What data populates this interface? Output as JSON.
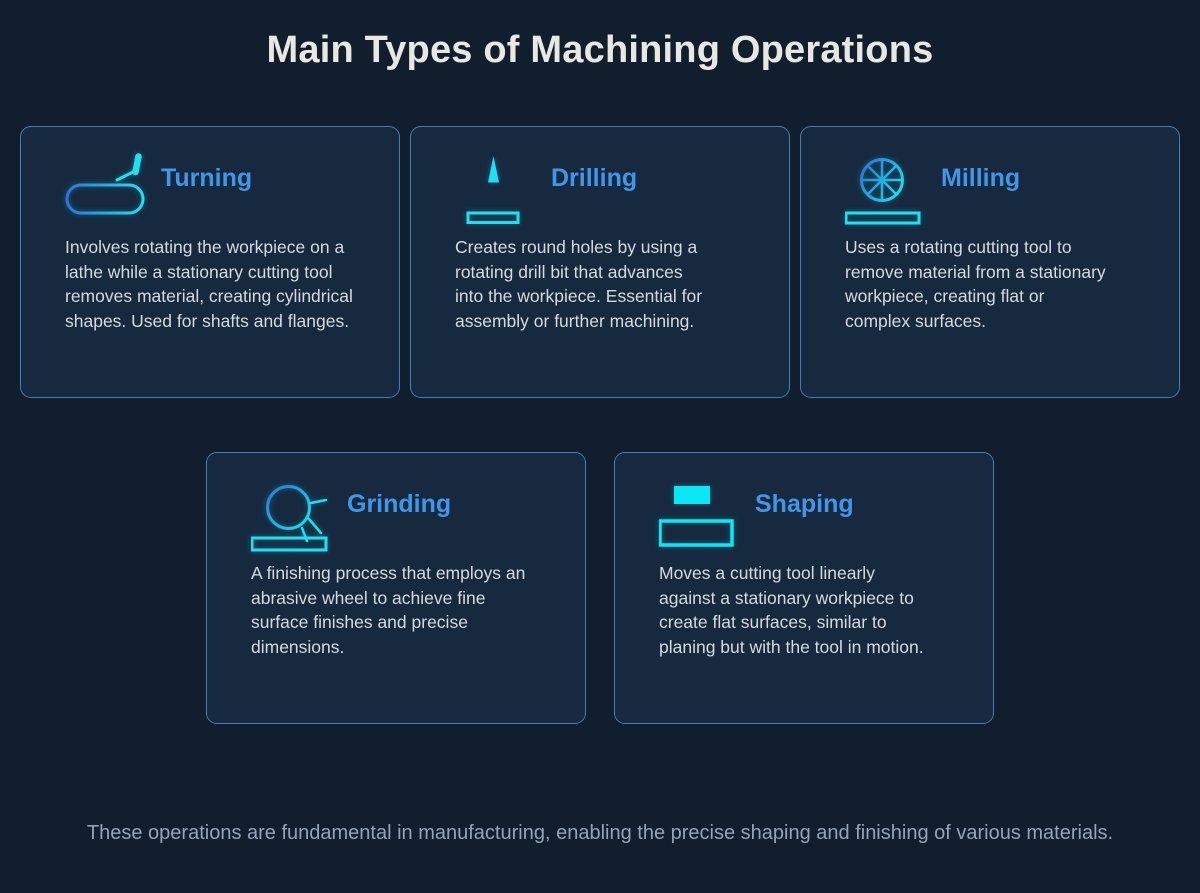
{
  "title": "Main Types of Machining Operations",
  "cards": [
    {
      "title": "Turning",
      "icon": "turning-lathe-icon",
      "description_lines": [
        "Involves rotating the workpiece on a",
        "lathe while a stationary cutting tool",
        "removes material, creating cylindrical",
        "shapes. Used for shafts and flanges."
      ]
    },
    {
      "title": "Drilling",
      "icon": "drill-bit-icon",
      "description_lines": [
        "Creates round holes by using a",
        "rotating drill bit that advances",
        "into the workpiece. Essential for",
        "assembly or further machining."
      ]
    },
    {
      "title": "Milling",
      "icon": "milling-cutter-wheel-icon",
      "description_lines": [
        "Uses a rotating cutting tool to",
        "remove material from a stationary",
        "workpiece, creating flat or",
        "complex surfaces."
      ]
    },
    {
      "title": "Grinding",
      "icon": "grinding-wheel-sparks-icon",
      "description_lines": [
        "A finishing process that employs an",
        "abrasive wheel to achieve fine",
        "surface finishes and precise",
        "dimensions."
      ]
    },
    {
      "title": "Shaping",
      "icon": "shaper-tool-workpiece-icon",
      "description_lines": [
        "Moves a cutting tool linearly",
        "against a stationary workpiece to",
        "create flat surfaces, similar to",
        "planing but with the tool in motion."
      ]
    }
  ],
  "footer": "These operations are fundamental in manufacturing, enabling the precise shaping and finishing of various materials.",
  "colors": {
    "page_background": "#111e2d",
    "card_background": "#16293f",
    "card_border": "#3f7fba",
    "heading_blue": "#4196e8",
    "icon_cyan": "#1fe0f0",
    "icon_blue": "#2e74dc",
    "title_text": "#e9e7e1",
    "body_text": "#d5dade",
    "footer_text": "#93a4b8"
  }
}
